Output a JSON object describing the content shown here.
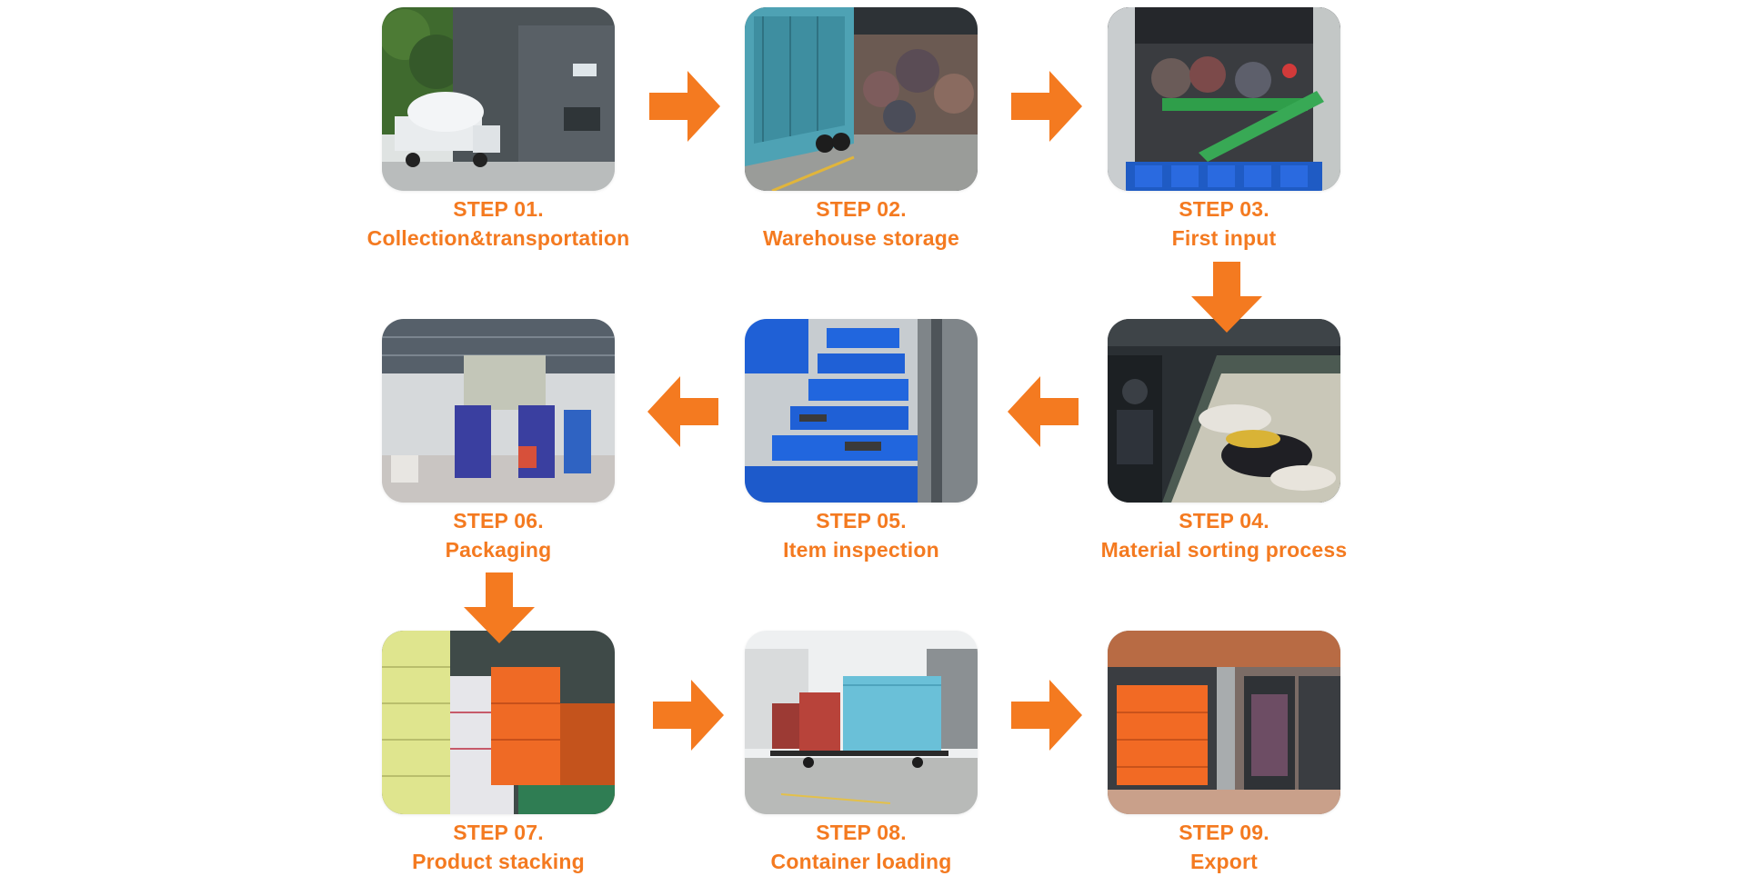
{
  "colors": {
    "accent": "#f47a20",
    "text": "#f47a20",
    "background": "#ffffff"
  },
  "steps": [
    {
      "number": "STEP 01.",
      "title": "Collection&transportation",
      "image": "truck-at-building"
    },
    {
      "number": "STEP 02.",
      "title": "Warehouse storage",
      "image": "truck-in-warehouse"
    },
    {
      "number": "STEP 03.",
      "title": "First input",
      "image": "sorting-line-bins"
    },
    {
      "number": "STEP 04.",
      "title": "Material sorting process",
      "image": "conveyor-clothing"
    },
    {
      "number": "STEP 05.",
      "title": "Item inspection",
      "image": "blue-crates-rows"
    },
    {
      "number": "STEP 06.",
      "title": "Packaging",
      "image": "baling-machines"
    },
    {
      "number": "STEP 07.",
      "title": "Product stacking",
      "image": "stacked-bales"
    },
    {
      "number": "STEP 08.",
      "title": "Container loading",
      "image": "shipping-containers"
    },
    {
      "number": "STEP 09.",
      "title": "Export",
      "image": "loaded-container"
    }
  ],
  "arrows": [
    "right-arrow-icon",
    "right-arrow-icon",
    "down-arrow-icon",
    "left-arrow-icon",
    "left-arrow-icon",
    "down-arrow-icon",
    "right-arrow-icon",
    "right-arrow-icon"
  ]
}
